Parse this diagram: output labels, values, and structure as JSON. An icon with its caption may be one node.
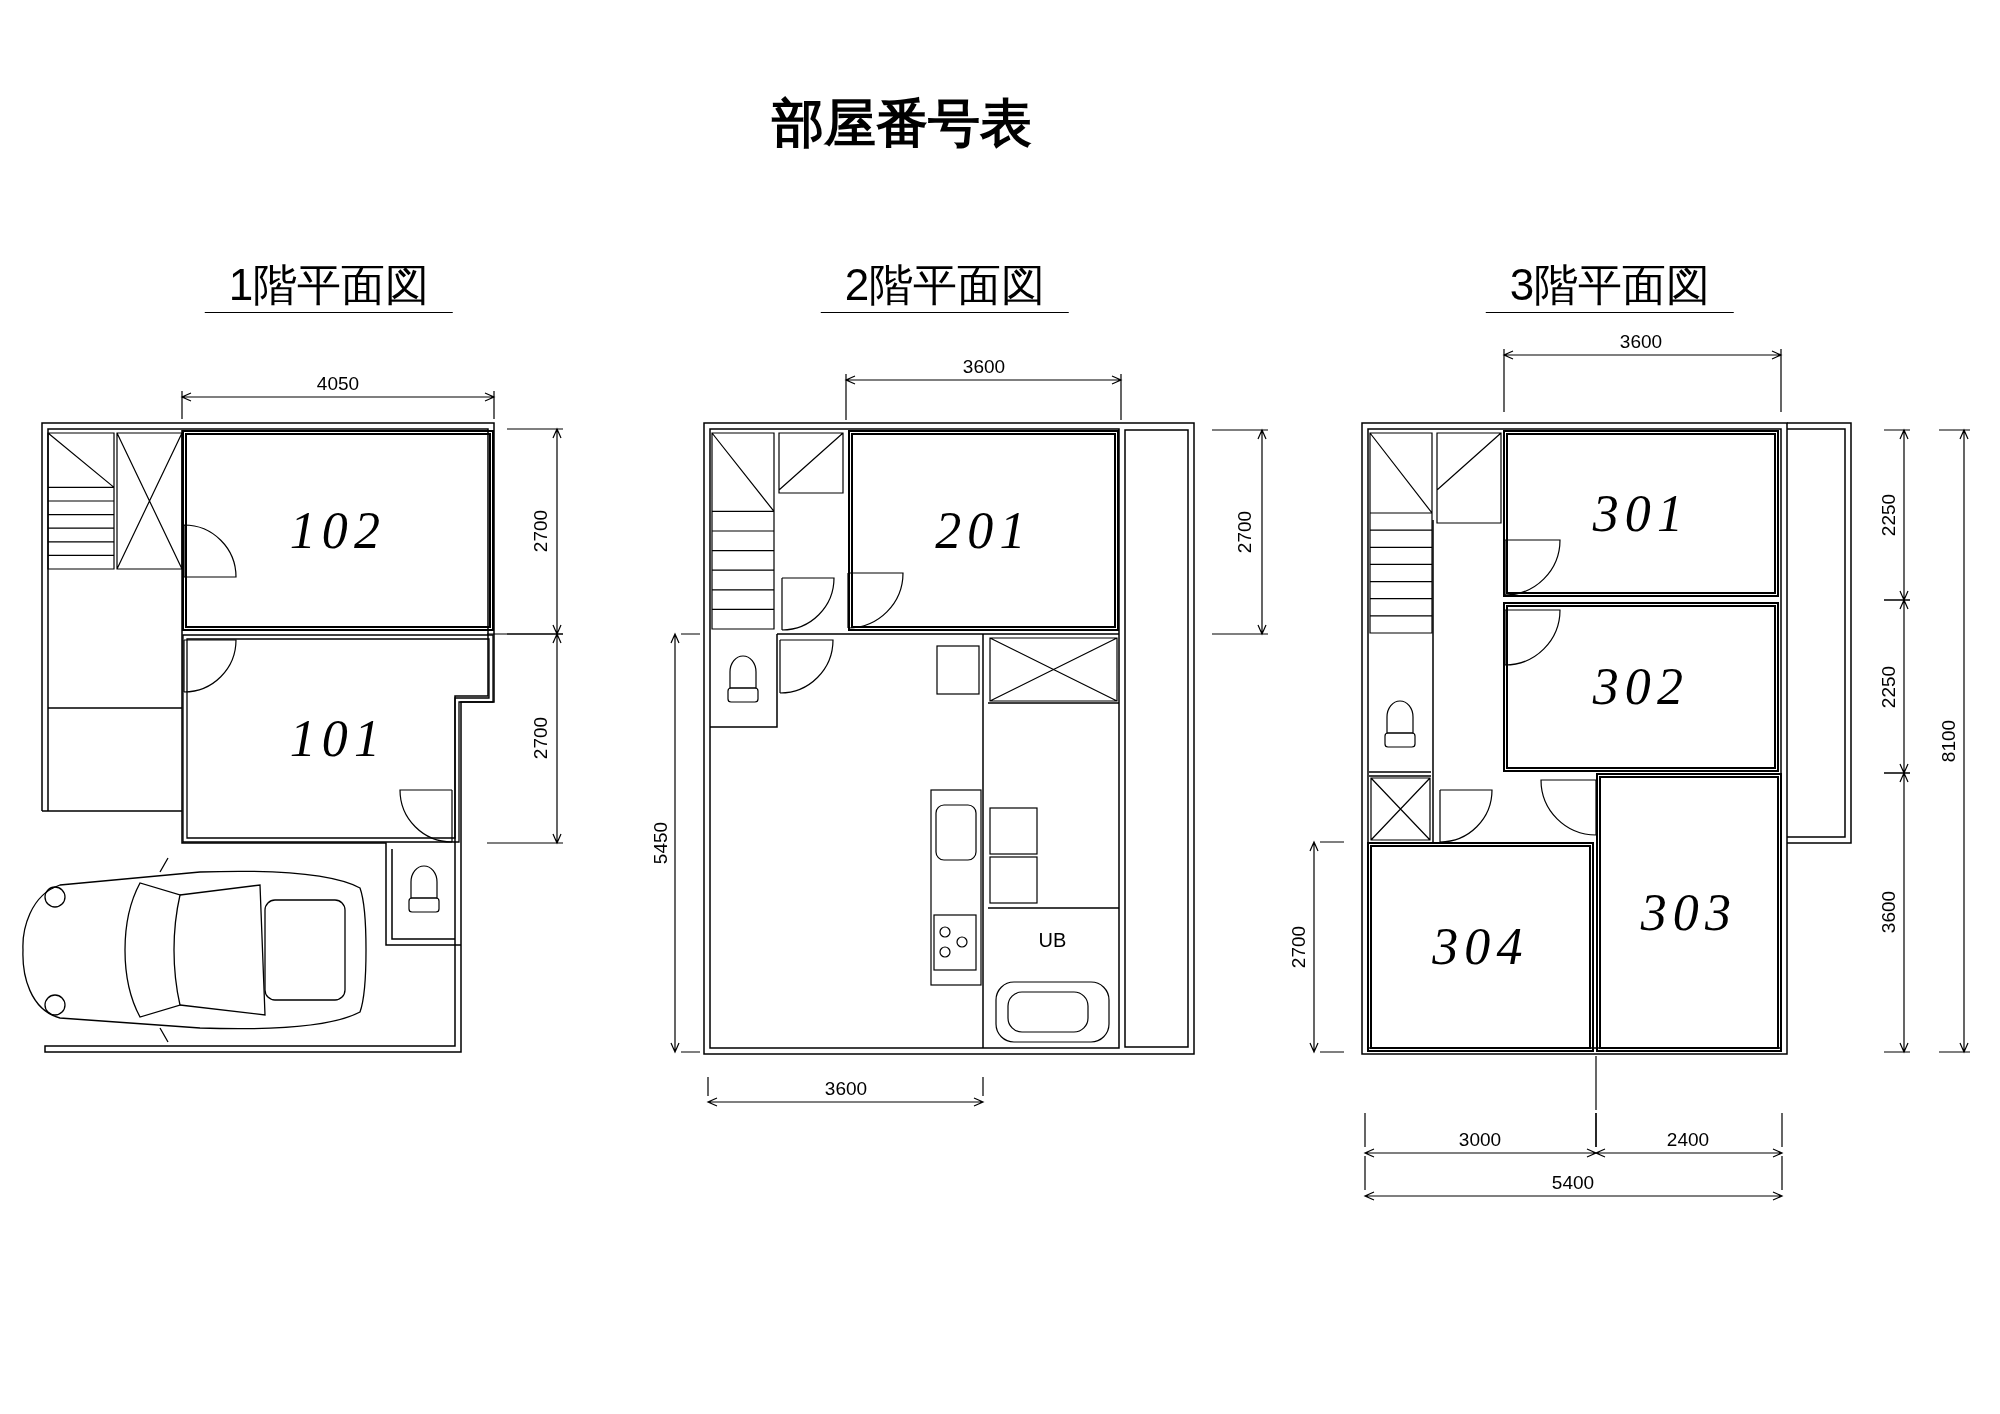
{
  "diagram": {
    "title": "部屋番号表",
    "nodes": [
      {
        "text": [
          "1階平面図"
        ]
      },
      {
        "text": [
          "102"
        ],
        "in": 0
      },
      {
        "text": [
          "101"
        ],
        "in": 0
      },
      {
        "text": [
          "2階平面図"
        ]
      },
      {
        "text": [
          "201"
        ],
        "in": 3
      },
      {
        "text": [
          "UB"
        ],
        "in": 3
      },
      {
        "text": [
          "3階平面図"
        ]
      },
      {
        "text": [
          "301"
        ],
        "in": 6
      },
      {
        "text": [
          "302"
        ],
        "in": 6
      },
      {
        "text": [
          "304"
        ],
        "in": 6
      },
      {
        "text": [
          "303"
        ],
        "in": 6
      }
    ],
    "labels": [
      "4050",
      "2700",
      "2700",
      "3600",
      "2700",
      "5450",
      "3600",
      "3600",
      "2250",
      "2250",
      "3600",
      "8100",
      "2700",
      "3000",
      "2400",
      "5400"
    ]
  }
}
